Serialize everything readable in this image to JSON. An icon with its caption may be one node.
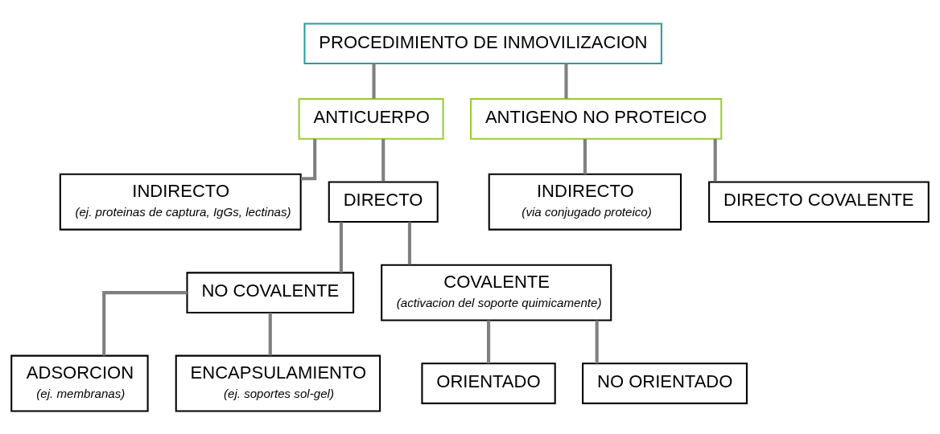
{
  "diagram": {
    "nodes": [
      {
        "text": [
          "PROCEDIMIENTO DE INMOVILIZACION"
        ]
      },
      {
        "text": [
          "ANTICUERPO"
        ]
      },
      {
        "text": [
          "ANTIGENO NO PROTEICO"
        ]
      },
      {
        "text": [
          "INDIRECTO",
          "(ej. proteinas de captura, IgGs, lectinas)"
        ]
      },
      {
        "text": [
          "DIRECTO"
        ]
      },
      {
        "text": [
          "INDIRECTO",
          "(via conjugado proteico)"
        ]
      },
      {
        "text": [
          "DIRECTO COVALENTE"
        ]
      },
      {
        "text": [
          "NO COVALENTE"
        ]
      },
      {
        "text": [
          "COVALENTE",
          "(activacion del soporte quimicamente)"
        ]
      },
      {
        "text": [
          "ADSORCION",
          "(ej. membranas)"
        ]
      },
      {
        "text": [
          "ENCAPSULAMIENTO",
          "(ej. soportes sol-gel)"
        ]
      },
      {
        "text": [
          "ORIENTADO"
        ]
      },
      {
        "text": [
          "NO ORIENTADO"
        ]
      }
    ],
    "edges": [
      {
        "from": 0,
        "to": 1,
        "arrow": "none"
      },
      {
        "from": 0,
        "to": 2,
        "arrow": "none"
      },
      {
        "from": 1,
        "to": 3,
        "arrow": "none"
      },
      {
        "from": 1,
        "to": 4,
        "arrow": "none"
      },
      {
        "from": 2,
        "to": 5,
        "arrow": "none"
      },
      {
        "from": 2,
        "to": 6,
        "arrow": "none"
      },
      {
        "from": 4,
        "to": 7,
        "arrow": "none"
      },
      {
        "from": 4,
        "to": 8,
        "arrow": "none"
      },
      {
        "from": 7,
        "to": 9,
        "arrow": "none"
      },
      {
        "from": 7,
        "to": 10,
        "arrow": "none"
      },
      {
        "from": 8,
        "to": 11,
        "arrow": "none"
      },
      {
        "from": 8,
        "to": 12,
        "arrow": "none"
      }
    ]
  }
}
